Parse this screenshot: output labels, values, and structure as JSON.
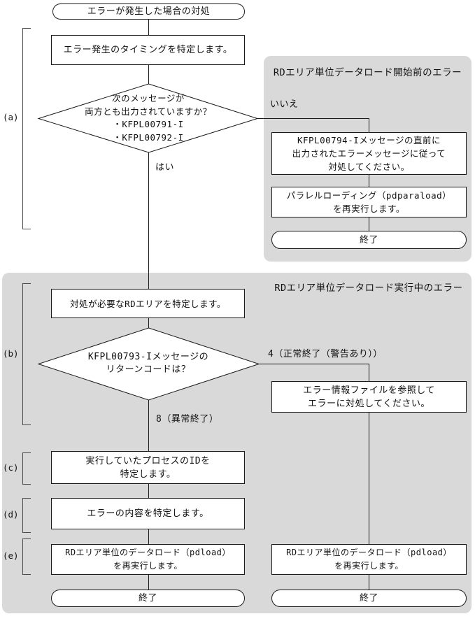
{
  "colors": {
    "area_bg": "#d9d9d9",
    "node_bg": "#ffffff",
    "line": "#1a1a1a"
  },
  "areas": {
    "before_load": {
      "title": "RDエリア単位データロード開始前のエラー"
    },
    "during_load": {
      "title": "RDエリア単位データロード実行中のエラー"
    }
  },
  "nodes": {
    "start": {
      "label": "エラーが発生した場合の対処"
    },
    "identify_timing": {
      "label": "エラー発生のタイミングを特定します。"
    },
    "decision_both_messages": {
      "label": "次のメッセージが\n両方とも出力されていますか？\n・KFPL00791-I\n・KFPL00792-I"
    },
    "follow_error_message": {
      "label": "KFPL00794-Iメッセージの直前に\n出力されたエラーメッセージに従って\n対処してください。"
    },
    "rerun_pdparaload": {
      "label": "パラレルローディング（pdparaload）\nを再実行します。"
    },
    "end_before": {
      "label": "終了"
    },
    "identify_rdarea": {
      "label": "対処が必要なRDエリアを特定します。"
    },
    "decision_return_code": {
      "label": "KFPL00793-Iメッセージの\nリターンコードは？"
    },
    "refer_error_file": {
      "label": "エラー情報ファイルを参照して\nエラーに対処してください。"
    },
    "identify_process_id": {
      "label": "実行していたプロセスのIDを\n特定します。"
    },
    "identify_error_detail": {
      "label": "エラーの内容を特定します。"
    },
    "rerun_pdload_left": {
      "label": "RDエリア単位のデータロード（pdload）\nを再実行します。"
    },
    "rerun_pdload_right": {
      "label": "RDエリア単位のデータロード（pdload）\nを再実行します。"
    },
    "end_left": {
      "label": "終了"
    },
    "end_right": {
      "label": "終了"
    }
  },
  "edge_labels": {
    "no": "いいえ",
    "yes": "はい",
    "rc4": "4（正常終了（警告あり））",
    "rc8": "8（異常終了）"
  },
  "step_labels": {
    "a": "(a)",
    "b": "(b)",
    "c": "(c)",
    "d": "(d)",
    "e": "(e)"
  }
}
